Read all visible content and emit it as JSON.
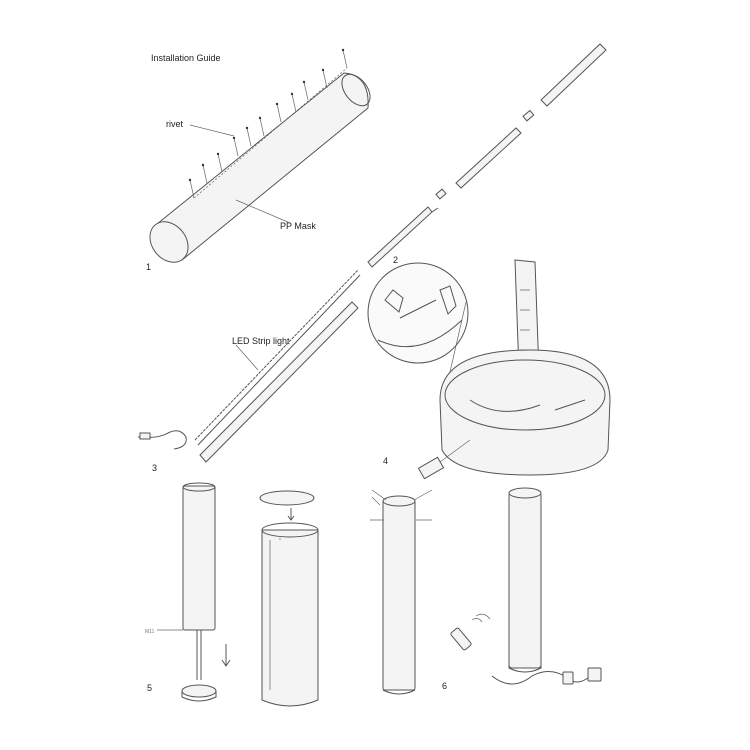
{
  "title": "Installation Guide",
  "labels": {
    "rivet": "rivet",
    "pp_mask": "PP Mask",
    "led_strip": "LED Strip light",
    "remote_tag": "M11"
  },
  "steps": [
    "1",
    "2",
    "3",
    "4",
    "5",
    "6"
  ]
}
